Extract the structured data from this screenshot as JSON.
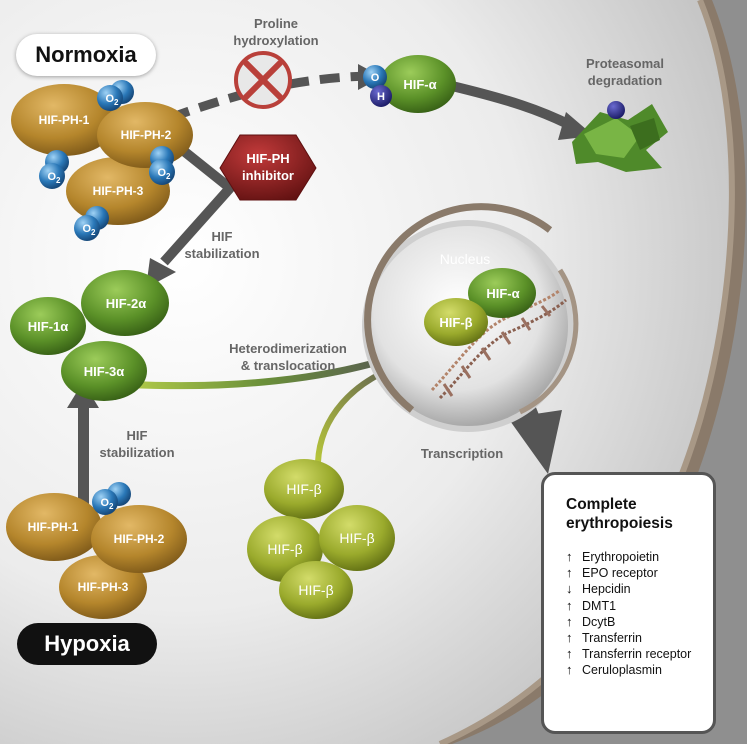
{
  "conditions": {
    "normoxia": "Normoxia",
    "hypoxia": "Hypoxia"
  },
  "process_labels": {
    "proline_hydroxylation": [
      "Proline",
      "hydroxylation"
    ],
    "proteasomal_degradation": [
      "Proteasomal",
      "degradation"
    ],
    "hif_stabilization": [
      "HIF",
      "stabilization"
    ],
    "heterodimerization": [
      "Heterodimerization",
      "& translocation"
    ],
    "transcription": "Transcription",
    "nucleus": "Nucleus"
  },
  "inhibitor": [
    "HIF-PH",
    "inhibitor"
  ],
  "oxygen_label": "O",
  "oxygen_subscript": "2",
  "hydroxyl": {
    "o": "O",
    "h": "H"
  },
  "enzymes": {
    "ph1": "HIF-PH-1",
    "ph2": "HIF-PH-2",
    "ph3": "HIF-PH-3"
  },
  "hif_alpha": {
    "generic": "HIF-α",
    "a1": "HIF-1α",
    "a2": "HIF-2α",
    "a3": "HIF-3α"
  },
  "hif_beta": "HIF-β",
  "outcome": {
    "title": [
      "Complete",
      "erythropoiesis"
    ],
    "items": [
      {
        "direction": "up",
        "text": "Erythropoietin"
      },
      {
        "direction": "up",
        "text": "EPO receptor"
      },
      {
        "direction": "down",
        "text": "Hepcidin"
      },
      {
        "direction": "up",
        "text": "DMT1"
      },
      {
        "direction": "up",
        "text": "DcytB"
      },
      {
        "direction": "up",
        "text": "Transferrin"
      },
      {
        "direction": "up",
        "text": "Transferrin receptor"
      },
      {
        "direction": "up",
        "text": "Ceruloplasmin"
      }
    ]
  },
  "colors": {
    "enzyme_gold": "#b88a2e",
    "hif_alpha_green": "#5a8f2a",
    "hif_beta_green": "#9aa82c",
    "oxygen_blue": "#2a78b8",
    "inhibitor_red": "#8f1f1f",
    "arrow_gray": "#555555"
  }
}
